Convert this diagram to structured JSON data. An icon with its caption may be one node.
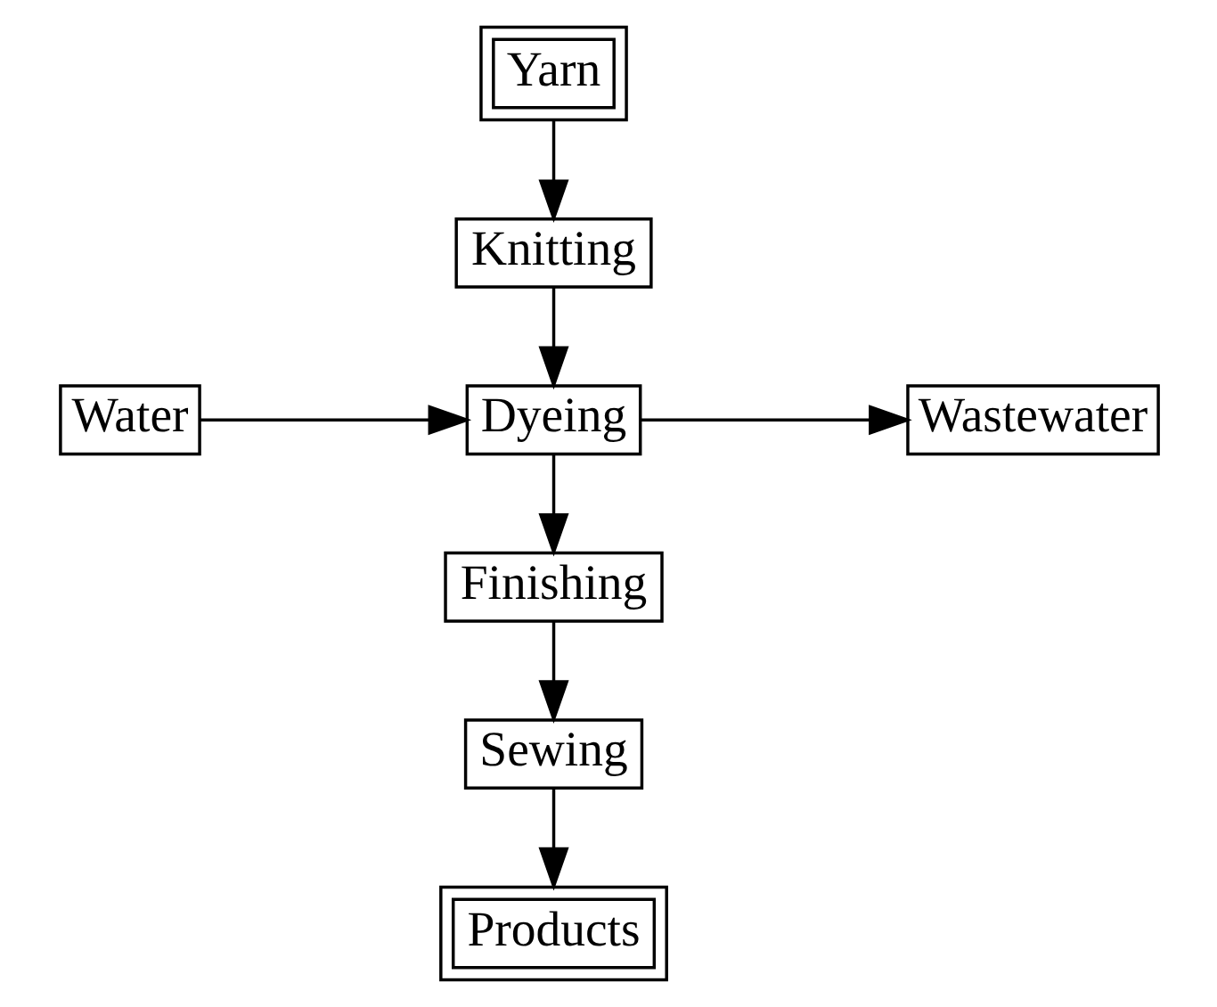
{
  "diagram": {
    "nodes": [
      {
        "text": [
          "Yarn"
        ]
      },
      {
        "text": [
          "Knitting"
        ]
      },
      {
        "text": [
          "Water"
        ]
      },
      {
        "text": [
          "Dyeing"
        ]
      },
      {
        "text": [
          "Wastewater"
        ]
      },
      {
        "text": [
          "Finishing"
        ]
      },
      {
        "text": [
          "Sewing"
        ]
      },
      {
        "text": [
          "Products"
        ]
      }
    ],
    "edges": [
      {
        "from": 0,
        "to": 1,
        "arrow": "to"
      },
      {
        "from": 1,
        "to": 3,
        "arrow": "to"
      },
      {
        "from": 2,
        "to": 3,
        "arrow": "to"
      },
      {
        "from": 3,
        "to": 4,
        "arrow": "to"
      },
      {
        "from": 3,
        "to": 5,
        "arrow": "to"
      },
      {
        "from": 5,
        "to": 6,
        "arrow": "to"
      },
      {
        "from": 6,
        "to": 7,
        "arrow": "to"
      }
    ]
  }
}
